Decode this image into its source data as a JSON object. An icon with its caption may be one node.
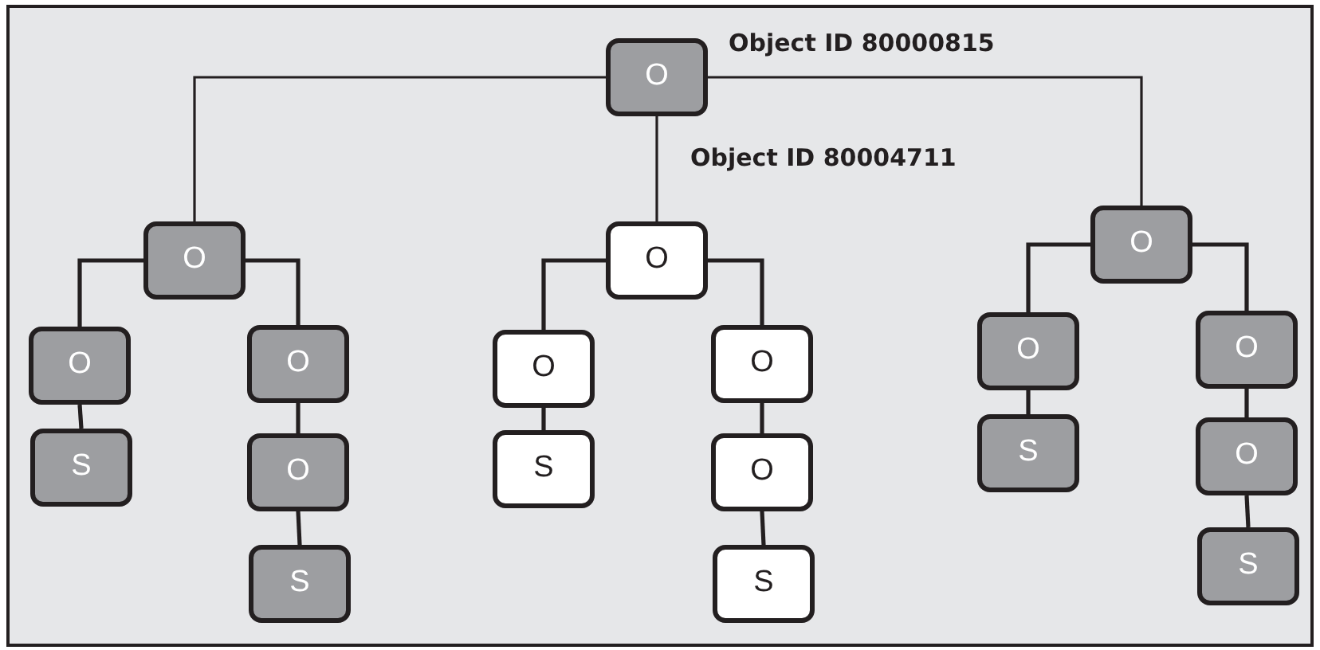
{
  "diagram": {
    "nodes": [
      {
        "text": [
          "O"
        ],
        "beside": [
          "Object ID 80000815"
        ]
      },
      {
        "text": [
          "O"
        ]
      },
      {
        "text": [
          "O"
        ],
        "beside": [
          "Object ID 80004711"
        ]
      },
      {
        "text": [
          "O"
        ]
      },
      {
        "text": [
          "O"
        ]
      },
      {
        "text": [
          "S"
        ]
      },
      {
        "text": [
          "O"
        ]
      },
      {
        "text": [
          "O"
        ]
      },
      {
        "text": [
          "S"
        ]
      },
      {
        "text": [
          "O"
        ]
      },
      {
        "text": [
          "S"
        ]
      },
      {
        "text": [
          "O"
        ]
      },
      {
        "text": [
          "O"
        ]
      },
      {
        "text": [
          "S"
        ]
      },
      {
        "text": [
          "O"
        ]
      },
      {
        "text": [
          "S"
        ]
      },
      {
        "text": [
          "O"
        ]
      },
      {
        "text": [
          "O"
        ]
      },
      {
        "text": [
          "S"
        ]
      }
    ],
    "edges": [
      {
        "from": 0,
        "to": 1,
        "arrow": "none"
      },
      {
        "from": 0,
        "to": 2,
        "arrow": "none"
      },
      {
        "from": 0,
        "to": 3,
        "arrow": "none"
      },
      {
        "from": 1,
        "to": 4,
        "arrow": "none"
      },
      {
        "from": 4,
        "to": 5,
        "arrow": "none"
      },
      {
        "from": 1,
        "to": 6,
        "arrow": "none"
      },
      {
        "from": 6,
        "to": 7,
        "arrow": "none"
      },
      {
        "from": 7,
        "to": 8,
        "arrow": "none"
      },
      {
        "from": 2,
        "to": 9,
        "arrow": "none"
      },
      {
        "from": 9,
        "to": 10,
        "arrow": "none"
      },
      {
        "from": 2,
        "to": 11,
        "arrow": "none"
      },
      {
        "from": 11,
        "to": 12,
        "arrow": "none"
      },
      {
        "from": 12,
        "to": 13,
        "arrow": "none"
      },
      {
        "from": 3,
        "to": 14,
        "arrow": "none"
      },
      {
        "from": 14,
        "to": 15,
        "arrow": "none"
      },
      {
        "from": 3,
        "to": 16,
        "arrow": "none"
      },
      {
        "from": 16,
        "to": 17,
        "arrow": "none"
      },
      {
        "from": 17,
        "to": 18,
        "arrow": "none"
      }
    ]
  }
}
